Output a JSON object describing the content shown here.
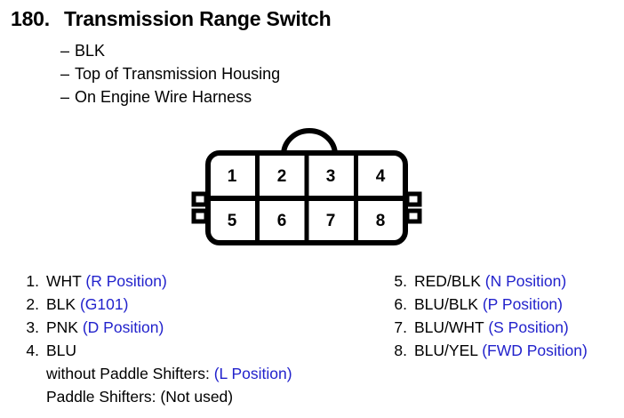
{
  "header": {
    "item_number": "180.",
    "title": "Transmission Range Switch",
    "details": [
      "BLK",
      "Top of Transmission Housing",
      "On Engine Wire Harness"
    ],
    "dash": "–"
  },
  "connector": {
    "name": "8-pin connector",
    "pins": [
      "1",
      "2",
      "3",
      "4",
      "5",
      "6",
      "7",
      "8"
    ],
    "top_row": [
      "1",
      "2",
      "3",
      "4"
    ],
    "bottom_row": [
      "5",
      "6",
      "7",
      "8"
    ]
  },
  "colors": {
    "annotation_blue": "#2222cc",
    "text_black": "#000000",
    "background": "#ffffff",
    "outline": "#000000"
  },
  "pin_list_left": [
    {
      "index": "1.",
      "wire": "WHT",
      "note": "(R Position)",
      "note_color": "blue"
    },
    {
      "index": "2.",
      "wire": "BLK",
      "note": "(G101)",
      "note_color": "blue"
    },
    {
      "index": "3.",
      "wire": "PNK",
      "note": "(D Position)",
      "note_color": "blue"
    },
    {
      "index": "4.",
      "wire": "BLU",
      "note": "",
      "note_color": "blue"
    }
  ],
  "pin_4_details": [
    {
      "label": "without Paddle Shifters:",
      "note": "(L Position)",
      "note_color": "blue"
    },
    {
      "label": "Paddle Shifters:",
      "note": "(Not used)",
      "note_color": "black"
    }
  ],
  "pin_list_right": [
    {
      "index": "5.",
      "wire": "RED/BLK",
      "note": "(N Position)",
      "note_color": "blue"
    },
    {
      "index": "6.",
      "wire": "BLU/BLK",
      "note": "(P Position)",
      "note_color": "blue"
    },
    {
      "index": "7.",
      "wire": "BLU/WHT",
      "note": "(S Position)",
      "note_color": "blue"
    },
    {
      "index": "8.",
      "wire": "BLU/YEL",
      "note": "(FWD Position)",
      "note_color": "blue"
    }
  ]
}
